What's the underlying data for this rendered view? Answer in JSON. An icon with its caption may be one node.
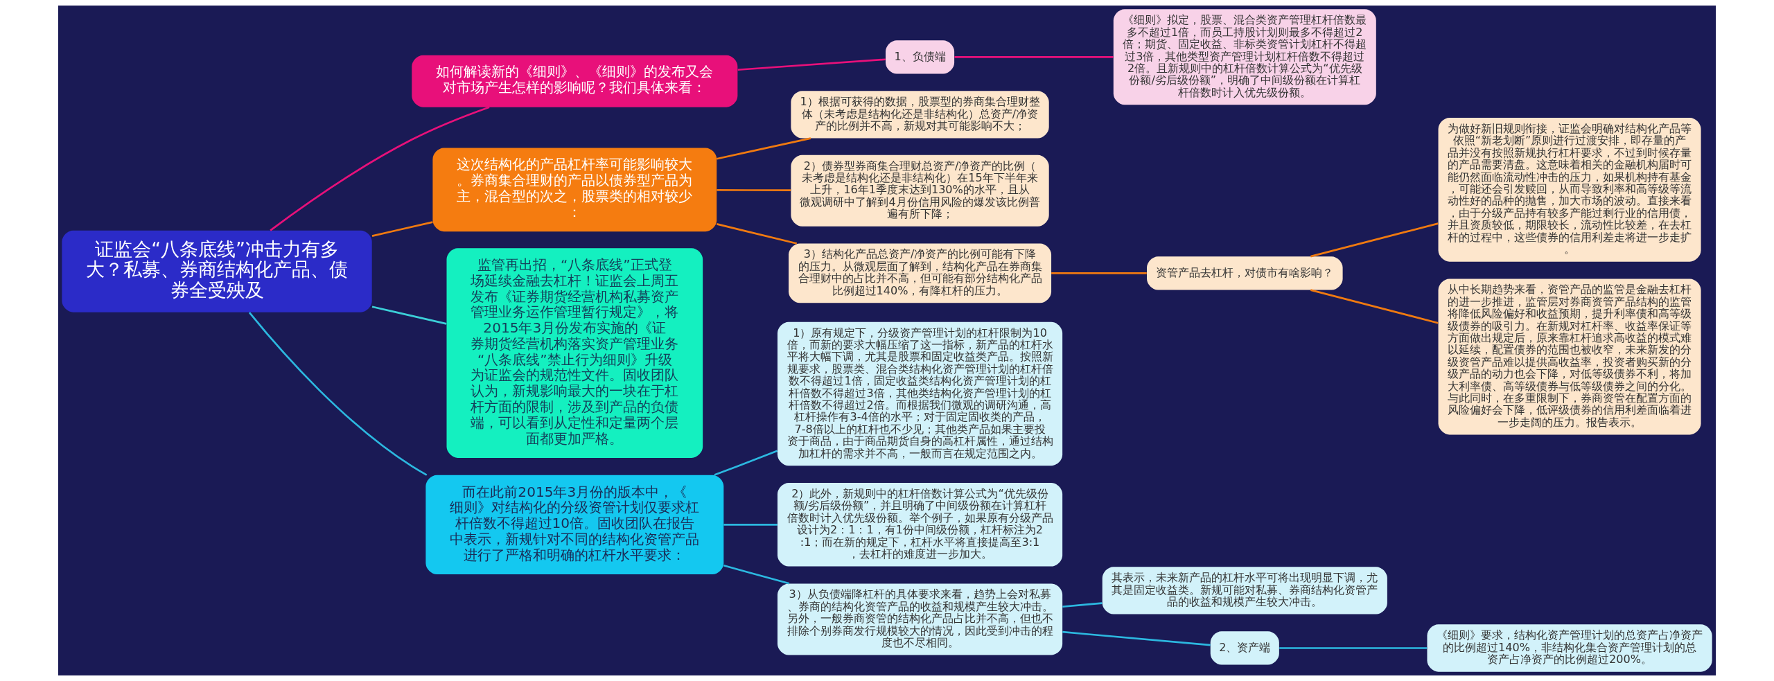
{
  "diagram": {
    "nodes": [
      {
        "text": [
          "证监会“八条底线”冲击力有多大？私募、券商结构化产品、债券全受殃及"
        ]
      },
      {
        "text": [
          "如何解读新的《细则》、《细则》的发布又会对市场产生怎样的影响呢？我们具体来看："
        ]
      },
      {
        "text": [
          "1、负债端"
        ]
      },
      {
        "text": [
          "《细则》拟定，股票、混合类资产管理杠杆倍数最多不超过1倍，而员工持股计划则最多不得超过2倍；期货、固定收益、非标类资管计划杠杆不得超过3倍，其他类型资产管理计划杠杆倍数不得超过2倍。且新规则中的杠杆倍数计算公式为“优先级份额/劣后级份额”，明确了中间级份额在计算杠杆倍数时计入优先级份额。"
        ]
      },
      {
        "text": [
          "这次结构化的产品杠杆率可能影响较大。券商集合理财的产品以债券型产品为主，混合型的次之，股票类的相对较少："
        ]
      },
      {
        "text": [
          "1）根据可获得的数据，股票型的券商集合理财整体（未考虑是结构化还是非结构化）总资产/净资产的比例并不高，新规对其可能影响不大；"
        ]
      },
      {
        "text": [
          "2）债券型券商集合理财总资产/净资产的比例（未考虑是结构化还是非结构化）在15年下半年来上升，16年1季度末达到130%的水平，且从微观调研中了解到4月份信用风险的爆发该比例普遍有所下降；"
        ]
      },
      {
        "text": [
          "3）结构化产品总资产/净资产的比例可能有下降的压力。从微观层面了解到，结构化产品在券商集合理财中的占比并不高，但可能有部分结构化产品比例超过140%，有降杠杆的压力。"
        ]
      },
      {
        "text": [
          "资管产品去杠杆，对债市有啥影响？"
        ]
      },
      {
        "text": [
          "为做好新旧规则衔接，证监会明确对结构化产品等依照“新老划断”原则进行过渡安排，即存量的产品并没有按照新规执行杠杆要求，不过到时候存量的产品需要清盘。这意味着相关的金融机构届时可能仍然面临流动性冲击的压力，如果机构持有基金，可能还会引发赎回，从而导致利率和高等级等流动性好的品种的抛售，加大市场的波动。直接来看，由于分级产品持有较多产能过剩行业的信用债，并且资质较低，期限较长，流动性比较差，在去杠杆的过程中，这些债券的信用利差走将进一步走扩。"
        ]
      },
      {
        "text": [
          "从中长期趋势来看，资管产品的监管是金融去杠杆的进一步推进，监管层对券商资管产品结构的监管将降低风险偏好和收益预期，提升利率债和高等级级债券的吸引力。在新规对杠杆率、收益率保证等方面做出规定后，原来靠杠杆追求高收益的模式难以延续，配置债券的范围也被收窄，未来新发的分级资管产品难以提供高收益率，投资者购买新的分级产品的动力也会下降，对低等级债券不利，将加大利率债、高等级债券与低等级债券之间的分化。与此同时，在多重限制下，券商资管在配置方面的风险偏好会下降，低评级债券的信用利差面临着进一步走阔的压力。报告表示。"
        ]
      },
      {
        "text": [
          "监管再出招，“八条底线”正式登场延续金融去杠杆！证监会上周五发布《证券期货经营机构私募资产管理业务运作管理暂行规定》，将2015年3月份发布实施的《证券期货经营机构落实资产管理业务“八条底线”禁止行为细则》升级为证监会的规范性文件。固收团队认为，新规影响最大的一块在于杠杆方面的限制，涉及到产品的负债端，可以看到从定性和定量两个层面都更加严格。"
        ]
      },
      {
        "text": [
          "而在此前2015年3月份的版本中，《细则》对结构化的分级资管计划仅要求杠杆倍数不得超过10倍。固收团队在报告中表示，新规针对不同的结构化资管产品进行了严格和明确的杠杆水平要求："
        ]
      },
      {
        "text": [
          "1）原有规定下，分级资产管理计划的杠杆限制为10倍，而新的要求大幅压缩了这一指标，新产品的杠杆水平将大幅下调，尤其是股票和固定收益类产品。按照新规要求，股票类、混合类结构化资产管理计划的杠杆倍数不得超过1倍，固定收益类结构化资产管理计划的杠杆倍数不得超过3倍，其他类结构化资产管理计划的杠杆倍数不得超过2倍。而根据我们微观的调研沟通，高杠杆操作有3-4倍的水平；对于固定固收类的产品，7-8倍以上的杠杆也不少见；其他类产品如果主要投资于商品，由于商品期货自身的高杠杆属性，通过结构加杠杆的需求并不高，一般而言在规定范围之内。"
        ]
      },
      {
        "text": [
          "2）此外，新规则中的杠杆倍数计算公式为“优先级份额/劣后级份额”，并且明确了中间级份额在计算杠杆倍数时计入优先级份额。举个例子，如果原有分级产品设计为2：1：1，有1份中间级份额，杠杆标注为2:1；而在新的规定下，杠杆水平将直接提高至3:1，去杠杆的难度进一步加大。"
        ]
      },
      {
        "text": [
          "3）从负债端降杠杆的具体要求来看，趋势上会对私募、券商的结构化资管产品的收益和规模产生较大冲击。另外，一般券商资管的结构化产品占比并不高，但也不排除个别券商发行规模较大的情况，因此受到冲击的程度也不尽相同。"
        ]
      },
      {
        "text": [
          "其表示，未来新产品的杠杆水平可将出现明显下调，尤其是固定收益类。新规可能对私募、券商结构化资管产品的收益和规模产生较大冲击。"
        ]
      },
      {
        "text": [
          "2、资产端"
        ]
      },
      {
        "text": [
          "《细则》要求，结构化资产管理计划的总资产占净资产的比例超过140%，非结构化集合资产管理计划的总资产占净资产的比例超过200%。"
        ]
      }
    ],
    "edges": [
      {
        "from": 0,
        "to": 1,
        "arrow": "none",
        "color": "#e8107a"
      },
      {
        "from": 1,
        "to": 2,
        "arrow": "none",
        "color": "#e8107a"
      },
      {
        "from": 2,
        "to": 3,
        "arrow": "none",
        "color": "#e8107a"
      },
      {
        "from": 0,
        "to": 4,
        "arrow": "none"
      },
      {
        "from": 4,
        "to": 5,
        "arrow": "none"
      },
      {
        "from": 4,
        "to": 6,
        "arrow": "none"
      },
      {
        "from": 4,
        "to": 7,
        "arrow": "none"
      },
      {
        "from": 7,
        "to": 8,
        "arrow": "none"
      },
      {
        "from": 8,
        "to": 9,
        "arrow": "none"
      },
      {
        "from": 8,
        "to": 10,
        "arrow": "none"
      },
      {
        "from": 0,
        "to": 11,
        "arrow": "none",
        "color": "#3ccfd8"
      },
      {
        "from": 0,
        "to": 12,
        "arrow": "none",
        "color": "#2cb8e0"
      },
      {
        "from": 12,
        "to": 13,
        "arrow": "none",
        "color": "#2cb8e0"
      },
      {
        "from": 12,
        "to": 14,
        "arrow": "none",
        "color": "#2cb8e0"
      },
      {
        "from": 12,
        "to": 15,
        "arrow": "none",
        "color": "#2cb8e0"
      },
      {
        "from": 15,
        "to": 16,
        "arrow": "none",
        "color": "#2cb8e0"
      },
      {
        "from": 15,
        "to": 17,
        "arrow": "none",
        "color": "#2cb8e0"
      },
      {
        "from": 17,
        "to": 18,
        "arrow": "none",
        "color": "#2cb8e0"
      }
    ]
  }
}
